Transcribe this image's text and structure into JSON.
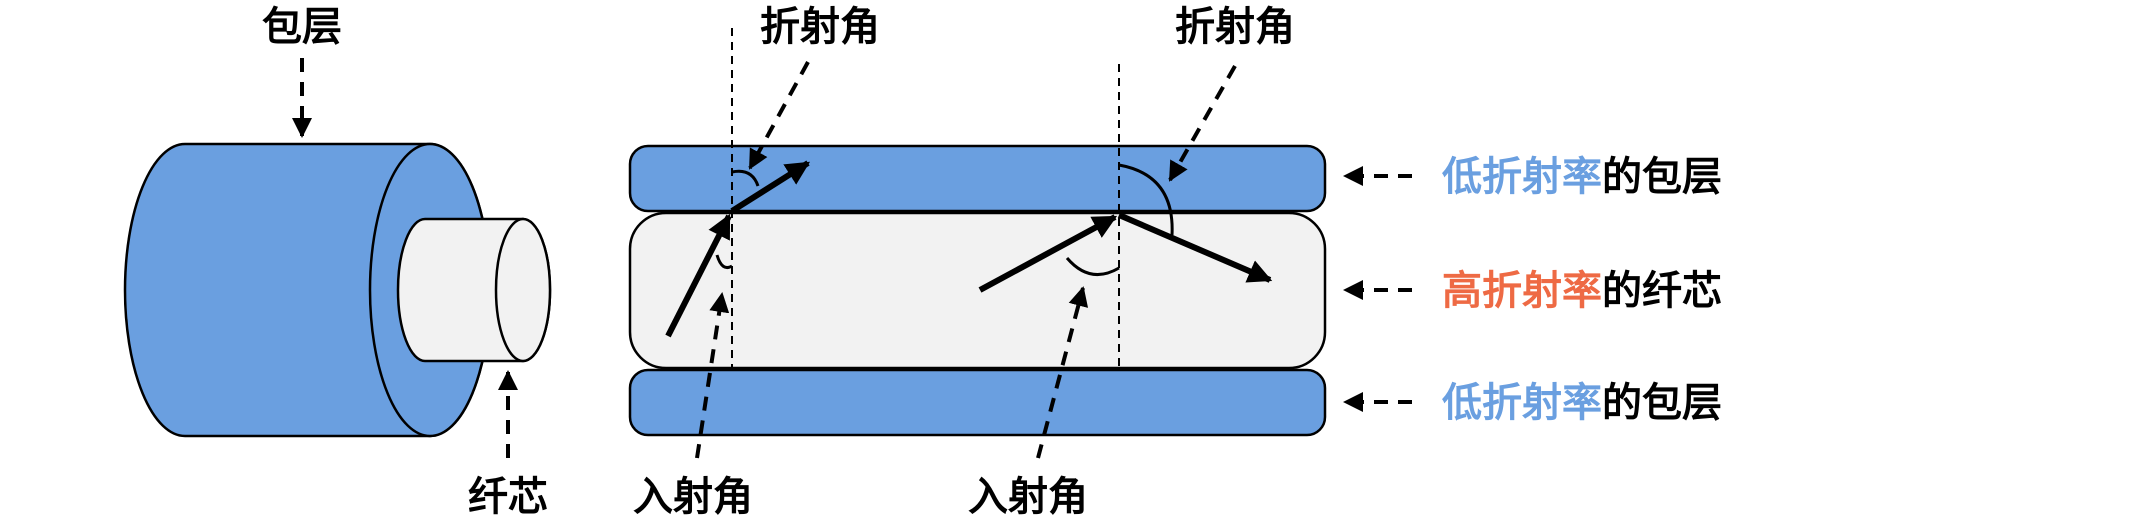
{
  "colors": {
    "cladding": "#6a9fe0",
    "core": "#f2f2f2",
    "outline": "#000000",
    "highlight_low": "#6a9fe0",
    "highlight_high": "#ee6a44"
  },
  "left_diagram": {
    "cladding_label": "包层",
    "core_label": "纤芯"
  },
  "right_diagram": {
    "refraction_angle_label_1": "折射角",
    "refraction_angle_label_2": "折射角",
    "incidence_angle_label_1": "入射角",
    "incidence_angle_label_2": "入射角"
  },
  "legend": {
    "top": {
      "highlight": "低折射率",
      "rest": "的包层"
    },
    "middle": {
      "highlight": "高折射率",
      "rest": "的纤芯"
    },
    "bottom": {
      "highlight": "低折射率",
      "rest": "的包层"
    }
  }
}
